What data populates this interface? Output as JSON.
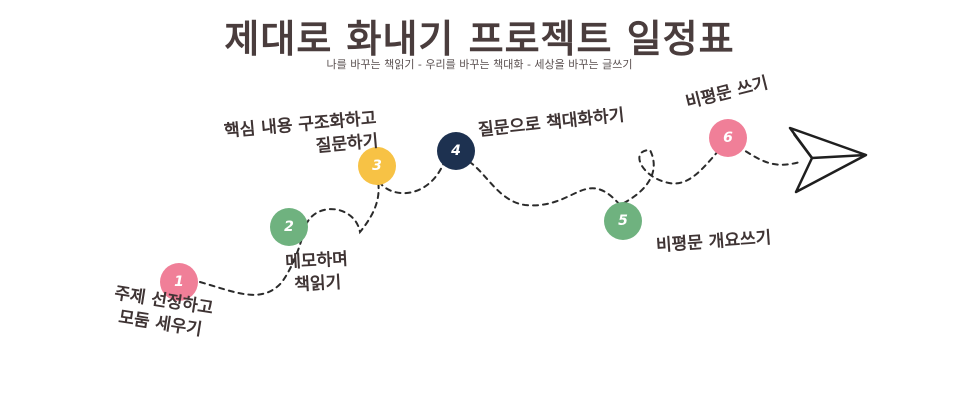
{
  "title": "제대로 화내기 프로젝트 일정표",
  "subtitle": "나를 바꾸는 책읽기 - 우리를 바꾸는 책대화 - 세상을 바꾸는 글쓰기",
  "steps": [
    {
      "number": "1",
      "label_lines": [
        "주제 선정하고",
        "모둠 세우기"
      ],
      "color": "#f07f98"
    },
    {
      "number": "2",
      "label_lines": [
        "메모하며",
        "책읽기"
      ],
      "color": "#6fb27f"
    },
    {
      "number": "3",
      "label_lines": [
        "핵심 내용 구조화하고",
        "질문하기"
      ],
      "color": "#f7c245"
    },
    {
      "number": "4",
      "label_lines": [
        "질문으로 책대화하기"
      ],
      "color": "#1d3150"
    },
    {
      "number": "5",
      "label_lines": [
        "비평문 개요쓰기"
      ],
      "color": "#6fb27f"
    },
    {
      "number": "6",
      "label_lines": [
        "비평문 쓰기"
      ],
      "color": "#f07f98"
    }
  ],
  "end_icon": "paper-plane-icon"
}
